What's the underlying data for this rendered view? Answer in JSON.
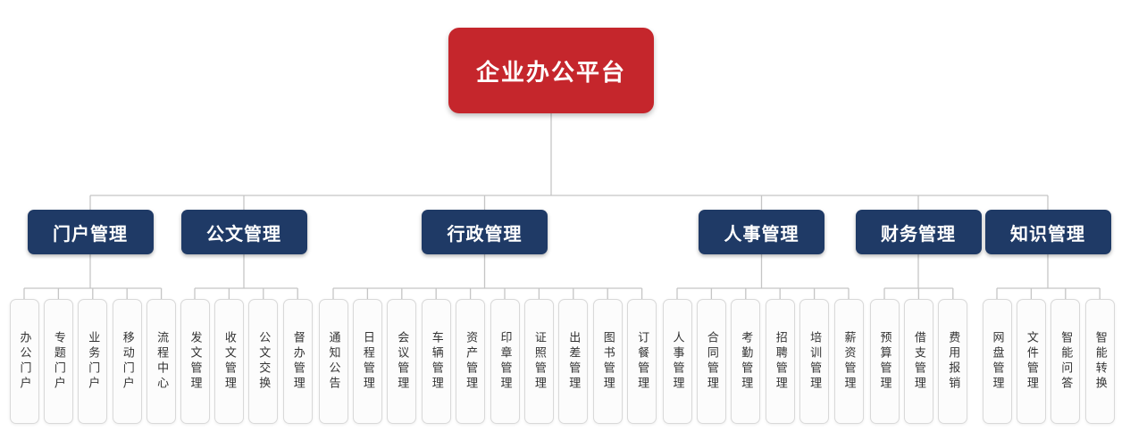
{
  "title": "企业办公平台",
  "colors": {
    "root_bg": "#c5262c",
    "branch_bg": "#1f3a66",
    "leaf_bg": "#fcfcfc",
    "leaf_border": "#d9d9d9",
    "leaf_text": "#333333",
    "line": "#c5c5c5"
  },
  "chart_data": {
    "type": "org-tree",
    "root": "企业办公平台",
    "levels": 3
  },
  "branches": [
    {
      "label": "门户管理",
      "children": [
        "办公门户",
        "专题门户",
        "业务门户",
        "移动门户",
        "流程中心"
      ]
    },
    {
      "label": "公文管理",
      "children": [
        "发文管理",
        "收文管理",
        "公文交换",
        "督办管理"
      ]
    },
    {
      "label": "行政管理",
      "children": [
        "通知公告",
        "日程管理",
        "会议管理",
        "车辆管理",
        "资产管理",
        "印章管理",
        "证照管理",
        "出差管理",
        "图书管理",
        "订餐管理"
      ]
    },
    {
      "label": "人事管理",
      "children": [
        "人事管理",
        "合同管理",
        "考勤管理",
        "招聘管理",
        "培训管理",
        "薪资管理"
      ]
    },
    {
      "label": "财务管理",
      "children": [
        "预算管理",
        "借支管理",
        "费用报销"
      ]
    },
    {
      "label": "知识管理",
      "children": [
        "网盘管理",
        "文件管理",
        "智能问答",
        "智能转换"
      ]
    }
  ]
}
